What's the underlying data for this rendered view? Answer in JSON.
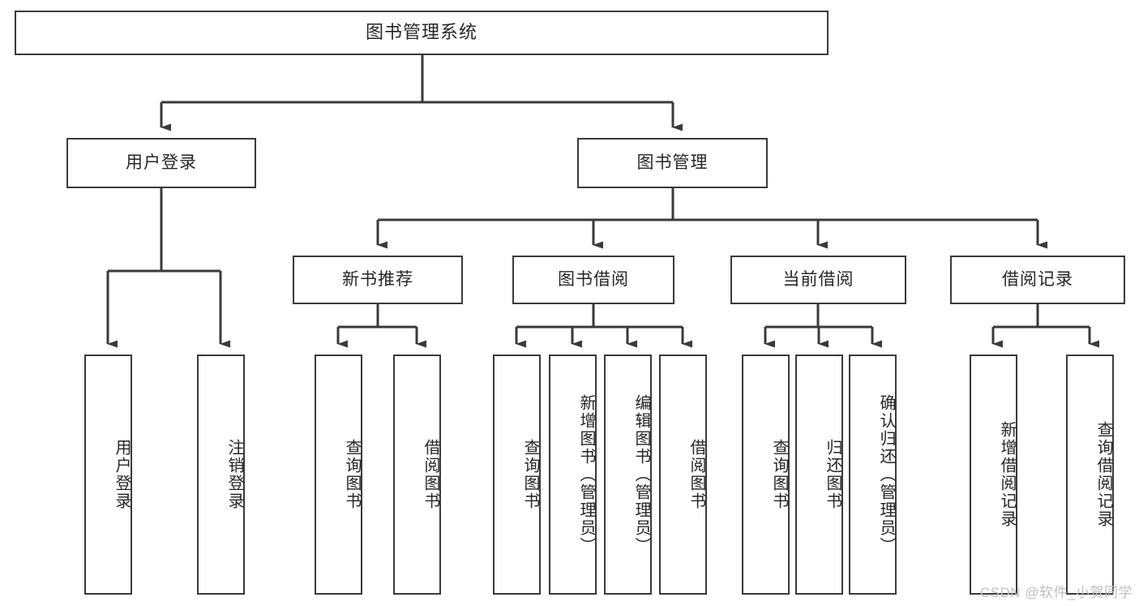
{
  "diagram": {
    "title": "图书管理系统",
    "type": "hierarchy-tree",
    "watermark": "CSDN @软件_小贺同学",
    "line_color": "#3a3a3a",
    "box_fill": "#ffffff",
    "text_color": "#262626",
    "nodes": {
      "root": {
        "label": "图书管理系统"
      },
      "level2": [
        {
          "id": "user-login",
          "label": "用户登录"
        },
        {
          "id": "book-manage",
          "label": "图书管理"
        }
      ],
      "level3": [
        {
          "id": "new-book-recommend",
          "label": "新书推荐"
        },
        {
          "id": "book-borrow",
          "label": "图书借阅"
        },
        {
          "id": "current-borrow",
          "label": "当前借阅"
        },
        {
          "id": "borrow-record",
          "label": "借阅记录"
        }
      ],
      "leaves": {
        "user-login": [
          {
            "id": "leaf-user-login",
            "label": "用户登录"
          },
          {
            "id": "leaf-logout-login",
            "label": "注销登录"
          }
        ],
        "new-book-recommend": [
          {
            "id": "leaf-query-book-1",
            "label": "查询图书"
          },
          {
            "id": "leaf-borrow-book-1",
            "label": "借阅图书"
          }
        ],
        "book-borrow": [
          {
            "id": "leaf-query-book-2",
            "label": "查询图书"
          },
          {
            "id": "leaf-add-book",
            "label": "新增图书（管理员）"
          },
          {
            "id": "leaf-edit-book",
            "label": "编辑图书（管理员）"
          },
          {
            "id": "leaf-borrow-book-2",
            "label": "借阅图书"
          }
        ],
        "current-borrow": [
          {
            "id": "leaf-query-book-3",
            "label": "查询图书"
          },
          {
            "id": "leaf-return-book",
            "label": "归还图书"
          },
          {
            "id": "leaf-confirm-return",
            "label": "确认归还（管理员）"
          }
        ],
        "borrow-record": [
          {
            "id": "leaf-add-record",
            "label": "新增借阅记录"
          },
          {
            "id": "leaf-query-record",
            "label": "查询借阅记录"
          }
        ]
      }
    }
  }
}
